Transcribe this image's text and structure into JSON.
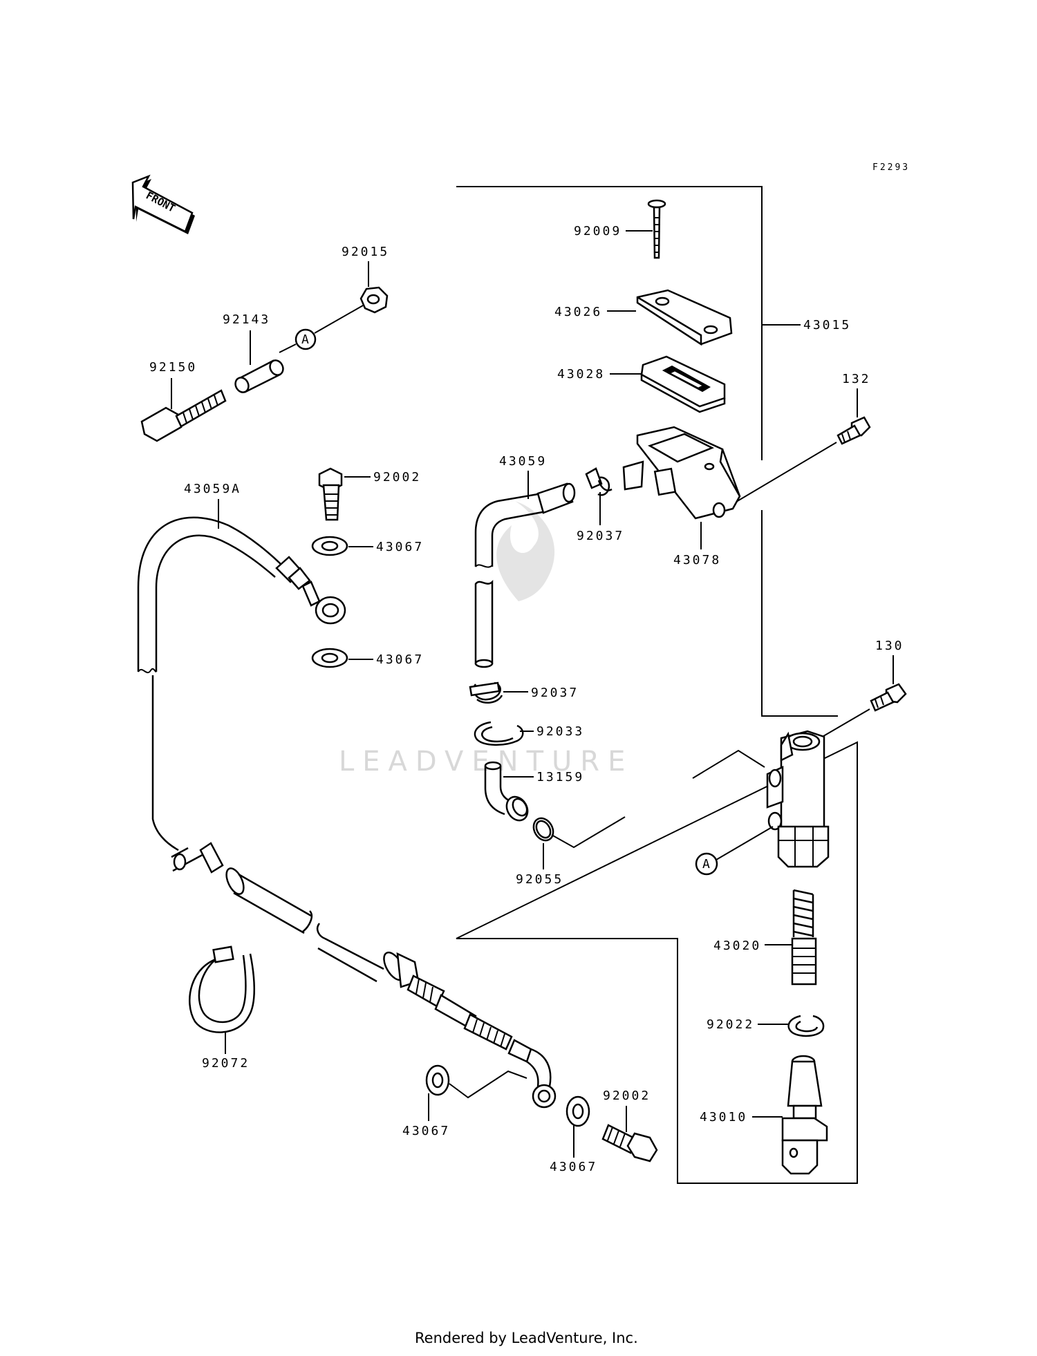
{
  "diagram_code": "F2293",
  "front_label": "FRONT",
  "ref_marker": "A",
  "watermark": "LEADVENTURE",
  "footer": "Rendered by LeadVenture, Inc.",
  "part_numbers": {
    "p92009": "92009",
    "p43026": "43026",
    "p43015": "43015",
    "p43028": "43028",
    "p132": "132",
    "p43059": "43059",
    "p92037a": "92037",
    "p43078": "43078",
    "p92015": "92015",
    "p92143": "92143",
    "p92150": "92150",
    "p92002a": "92002",
    "p43059A": "43059A",
    "p43067a": "43067",
    "p43067b": "43067",
    "p92037b": "92037",
    "p92033": "92033",
    "p13159": "13159",
    "p92055": "92055",
    "p130": "130",
    "p43020": "43020",
    "p92022": "92022",
    "p43010": "43010",
    "p92072": "92072",
    "p43067c": "43067",
    "p43067d": "43067",
    "p92002b": "92002"
  }
}
